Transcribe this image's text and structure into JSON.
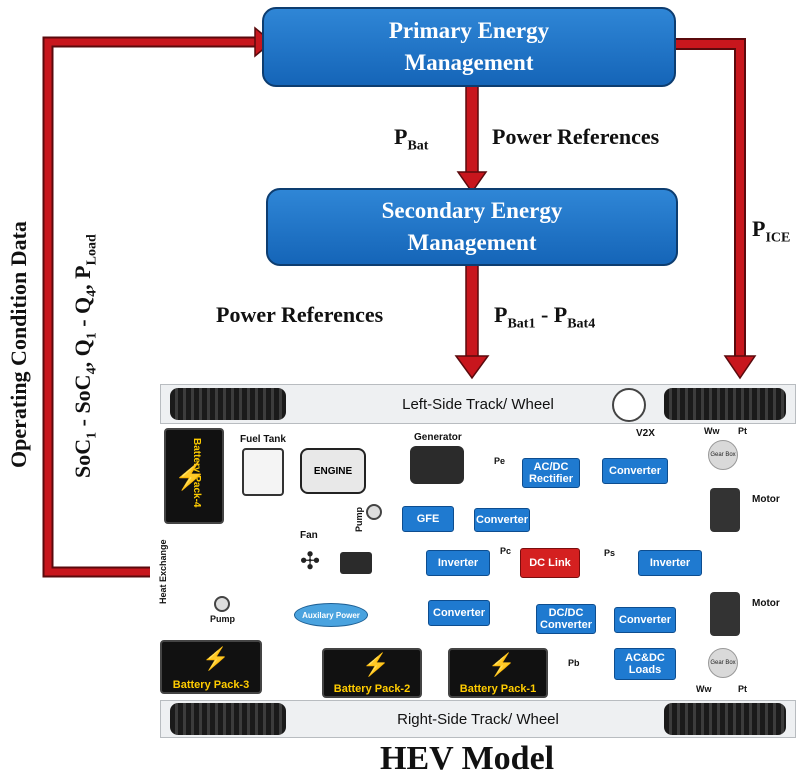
{
  "primary": {
    "line1": "Primary Energy",
    "line2": "Management"
  },
  "secondary": {
    "line1": "Secondary Energy",
    "line2": "Management"
  },
  "labels": {
    "pbat_main": "P",
    "pbat_main_sub": "Bat",
    "power_ref_top": "Power References",
    "power_ref_bottom": "Power References",
    "pbat_range_a": "P",
    "pbat_range_a_sub": "Bat1",
    "pbat_range_mid": " - P",
    "pbat_range_b_sub": "Bat4",
    "pice": "P",
    "pice_sub": "ICE",
    "operating": "Operating Condition Data",
    "soc": "SoC",
    "soc1_sub": "1",
    "soc_mid": " - SoC",
    "soc4_sub": "4",
    "q_part": ", Q",
    "q1_sub": "1",
    "q_mid": " - Q",
    "q4_sub": "4",
    "pload": ", P",
    "pload_sub": "Load"
  },
  "hev": {
    "left_track": "Left-Side Track/ Wheel",
    "right_track": "Right-Side Track/ Wheel",
    "title": "HEV Model",
    "v2x": "V2X",
    "fuel_tank": "Fuel Tank",
    "engine": "ENGINE",
    "generator": "Generator",
    "pe": "Pe",
    "pc": "Pc",
    "ps": "Ps",
    "pb": "Pb",
    "pt_top": "Pt",
    "pt_bottom": "Pt",
    "ww_top": "Ww",
    "ww_bottom": "Ww",
    "pump_top": "Pump",
    "pump_bottom": "Pump",
    "fan": "Fan",
    "heat_exchange": "Heat Exchange",
    "motor_top": "Motor",
    "motor_bottom": "Motor",
    "gear_box": "Gear Box",
    "blocks": {
      "acdc_rectifier": "AC/DC Rectifier",
      "converter_v2x": "Converter",
      "gfe": "GFE",
      "converter_gfe": "Converter",
      "inverter_fan": "Inverter",
      "dc_link": "DC Link",
      "inverter_motor": "Inverter",
      "aux_power": "Auxilary Power",
      "converter_aux": "Converter",
      "dcdc_converter": "DC/DC Converter",
      "converter_loads": "Converter",
      "acdc_loads": "AC&DC Loads"
    },
    "batteries": {
      "b1": "Battery Pack-1",
      "b2": "Battery Pack-2",
      "b3": "Battery Pack-3",
      "b4": "Battery Pack-4"
    }
  },
  "colors": {
    "mgmt_blue": "#1f6fc4",
    "arrow_red": "#c8161d",
    "block_blue": "#1f7ad0",
    "dc_link_red": "#d42020",
    "battery_yellow": "#ffcc00"
  }
}
